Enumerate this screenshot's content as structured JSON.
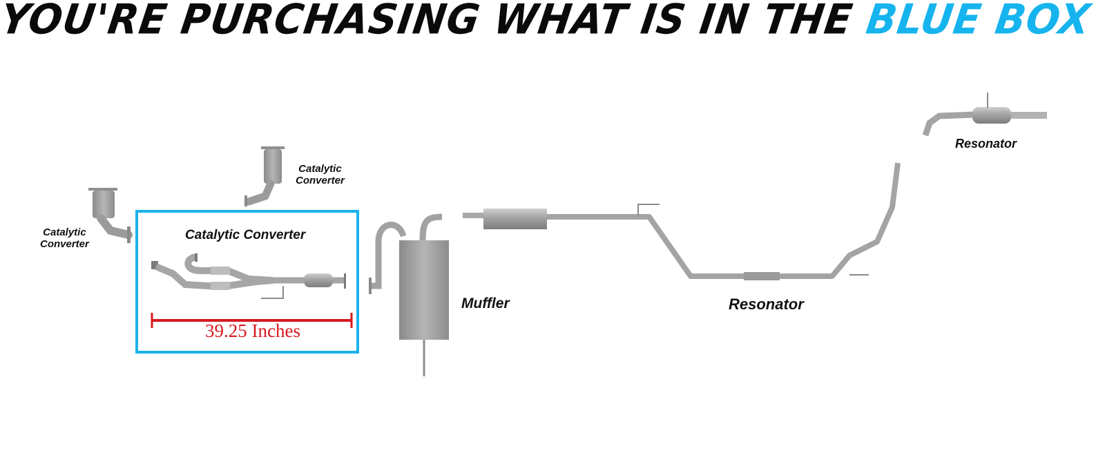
{
  "headline": {
    "prefix": "YOU'RE PURCHASING WHAT IS IN THE ",
    "highlight": "BLUE BOX",
    "highlight_color": "#16b4ee"
  },
  "parts": {
    "cat_left": {
      "line1": "Catalytic",
      "line2": "Converter"
    },
    "cat_top": {
      "line1": "Catalytic",
      "line2": "Converter"
    },
    "cat_boxed": {
      "label": "Catalytic Converter"
    },
    "muffler": {
      "label": "Muffler"
    },
    "resonator_mid": {
      "label": "Resonator"
    },
    "resonator_tail": {
      "label": "Resonator"
    }
  },
  "measurement": {
    "value": "39.25 Inches",
    "color": "#d71920"
  },
  "colors": {
    "box_border": "#1ab2ec",
    "pipe_metal": "#9a9a9a"
  }
}
